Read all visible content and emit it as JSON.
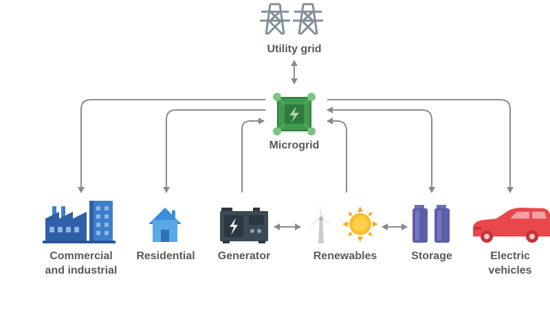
{
  "colors": {
    "arrow": "#8a8a8a",
    "label_text": "#58595b",
    "tower": "#7f8e97",
    "microgrid_fill": "#3f9a4e",
    "microgrid_dark": "#2f7a3c",
    "microgrid_node": "#7cc47f",
    "factory_blue": "#2f5fa8",
    "factory_light": "#3e7fc9",
    "house": "#3b8fd9",
    "generator": "#3c4a55",
    "sun": "#f7a81b",
    "turbine": "#c9cbcd",
    "battery": "#5b5fa8",
    "car": "#e8474c"
  },
  "nodes": {
    "utility_grid": {
      "label": "Utility grid",
      "icon": "transmission-tower-icon"
    },
    "microgrid": {
      "label": "Microgrid",
      "icon": "microgrid-chip-icon"
    },
    "commercial": {
      "label_line1": "Commercial",
      "label_line2": "and industrial",
      "icon": "factory-icon"
    },
    "residential": {
      "label": "Residential",
      "icon": "house-icon"
    },
    "generator": {
      "label": "Generator",
      "icon": "generator-icon"
    },
    "renewables": {
      "label": "Renewables",
      "icon": "wind-turbine-and-sun-icon"
    },
    "storage": {
      "label": "Storage",
      "icon": "battery-icon"
    },
    "electric_vehicles": {
      "label_line1": "Electric",
      "label_line2": "vehicles",
      "icon": "car-icon"
    }
  },
  "connections": [
    {
      "from": "microgrid",
      "to": "utility_grid",
      "direction": "both"
    },
    {
      "from": "microgrid",
      "to": "commercial",
      "direction": "to"
    },
    {
      "from": "microgrid",
      "to": "residential",
      "direction": "to"
    },
    {
      "from": "generator",
      "to": "microgrid",
      "direction": "to"
    },
    {
      "from": "renewables",
      "to": "microgrid",
      "direction": "to"
    },
    {
      "from": "storage",
      "to": "microgrid",
      "direction": "both"
    },
    {
      "from": "microgrid",
      "to": "electric_vehicles",
      "direction": "to"
    },
    {
      "from": "generator",
      "to": "renewables",
      "direction": "both"
    },
    {
      "from": "renewables",
      "to": "storage",
      "direction": "both"
    }
  ]
}
